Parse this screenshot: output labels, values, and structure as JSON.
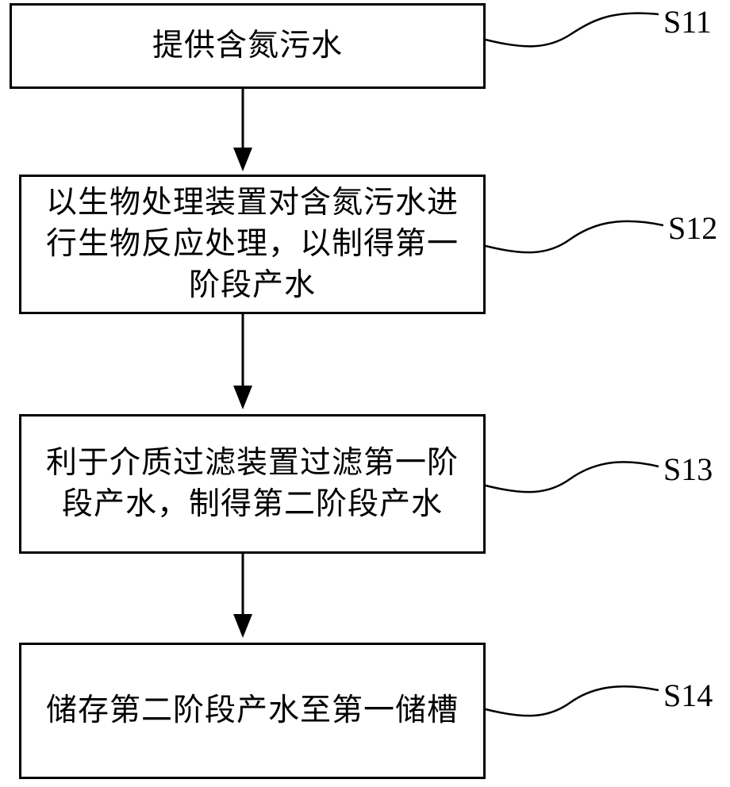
{
  "steps": [
    {
      "id": "S11",
      "text": "提供含氮污水"
    },
    {
      "id": "S12",
      "text": "以生物处理装置对含氮污水进行生物反应处理，以制得第一阶段产水"
    },
    {
      "id": "S13",
      "text": "利于介质过滤装置过滤第一阶段产水，制得第二阶段产水"
    },
    {
      "id": "S14",
      "text": "储存第二阶段产水至第一储槽"
    }
  ],
  "colors": {
    "stroke": "#000000",
    "background": "#ffffff"
  }
}
